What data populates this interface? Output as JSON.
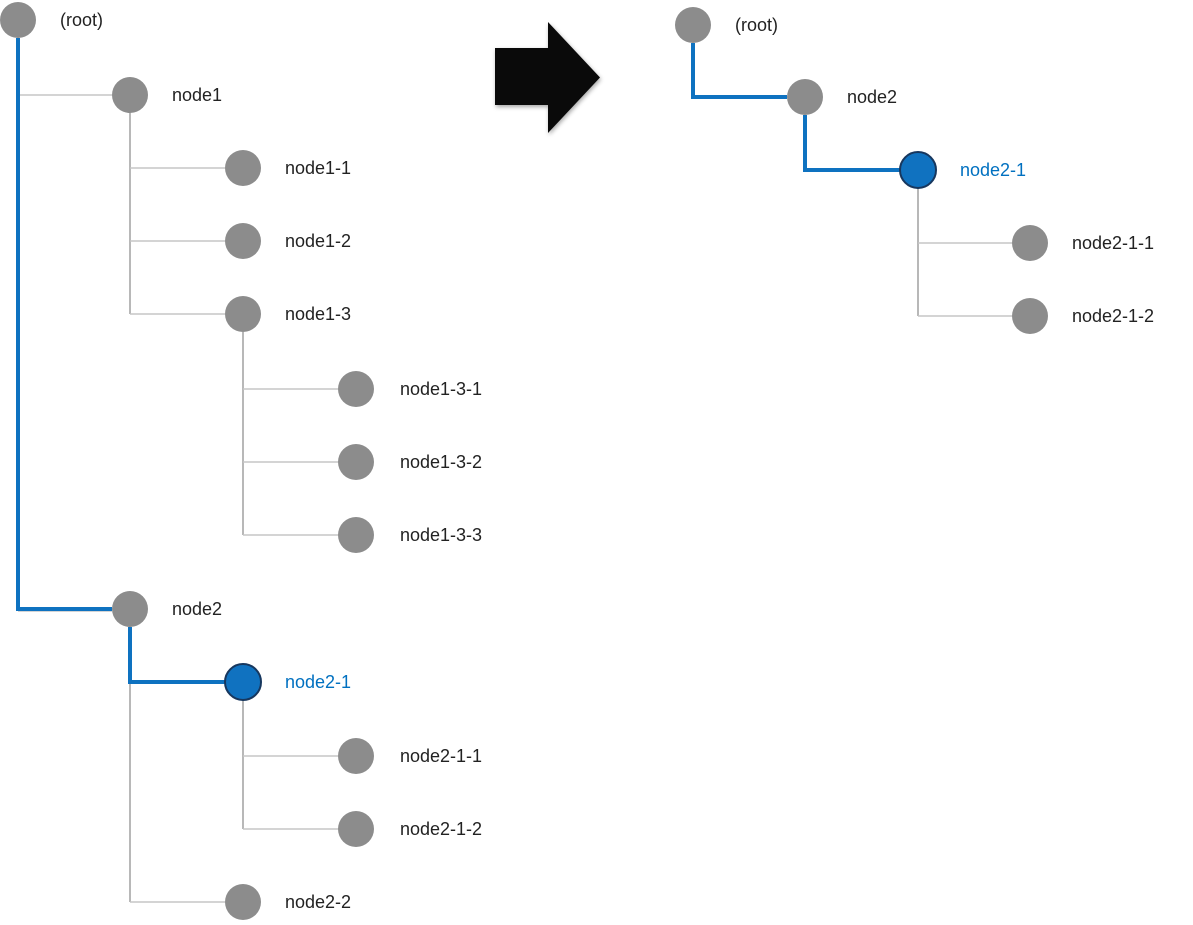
{
  "colors": {
    "node_gray": "#8c8c8c",
    "line_v": "#a0a0a0",
    "line_h": "#c6c6c6",
    "highlight_blue": "#0e72c0",
    "selected_fill": "#1072c0",
    "selected_border": "#17375e",
    "label_dark": "#222222",
    "label_blue": "#0070c0",
    "arrow_black": "#0a0a0a"
  },
  "highlighted_path": [
    "(root)",
    "node2",
    "node2-1"
  ],
  "selected_node": "node2-1",
  "left_tree": {
    "labels": {
      "root": "(root)",
      "node1": "node1",
      "node1_1": "node1-1",
      "node1_2": "node1-2",
      "node1_3": "node1-3",
      "node1_3_1": "node1-3-1",
      "node1_3_2": "node1-3-2",
      "node1_3_3": "node1-3-3",
      "node2": "node2",
      "node2_1": "node2-1",
      "node2_1_1": "node2-1-1",
      "node2_1_2": "node2-1-2",
      "node2_2": "node2-2"
    }
  },
  "right_tree": {
    "labels": {
      "root": "(root)",
      "node2": "node2",
      "node2_1": "node2-1",
      "node2_1_1": "node2-1-1",
      "node2_1_2": "node2-1-2"
    }
  }
}
